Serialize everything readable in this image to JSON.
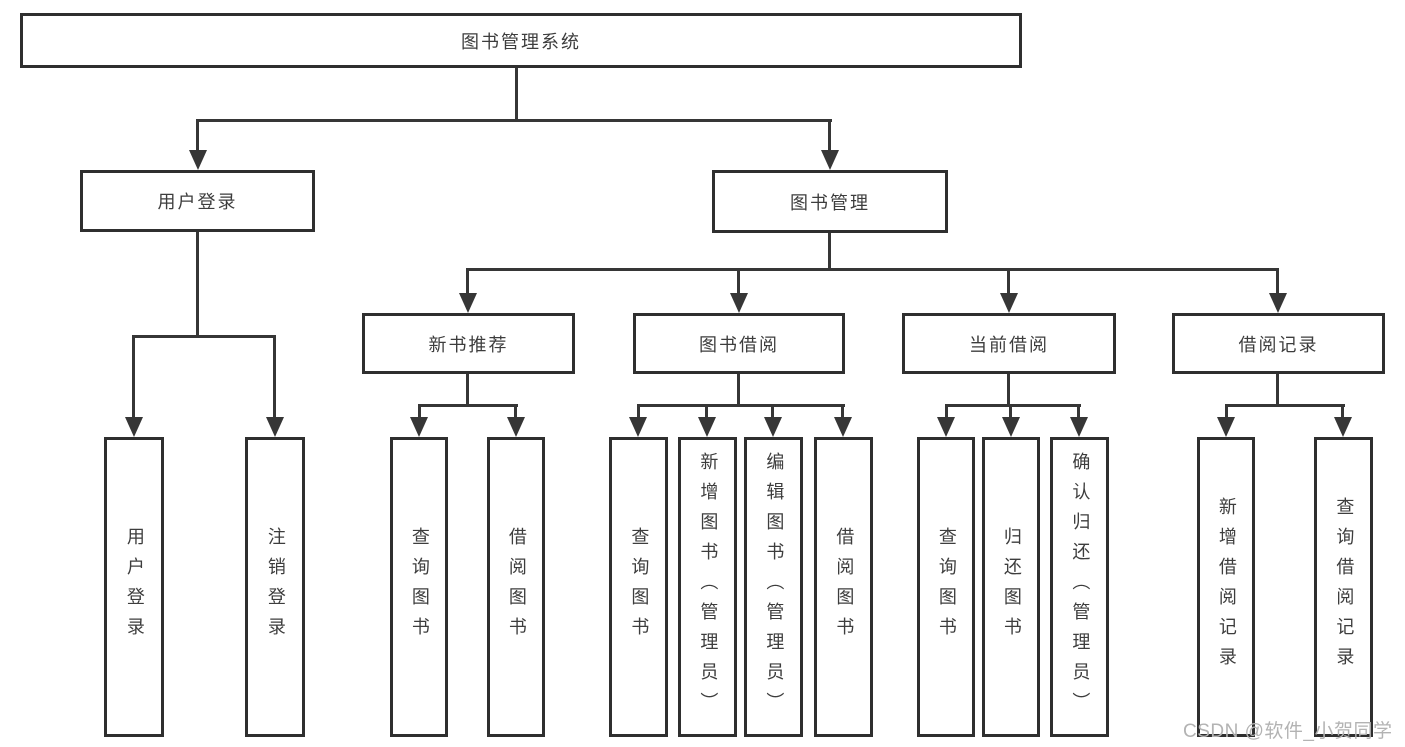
{
  "tree": {
    "label": "图书管理系统",
    "children": [
      {
        "label": "用户登录",
        "children": [
          {
            "label": "用户登录"
          },
          {
            "label": "注销登录"
          }
        ]
      },
      {
        "label": "图书管理",
        "children": [
          {
            "label": "新书推荐",
            "children": [
              {
                "label": "查询图书"
              },
              {
                "label": "借阅图书"
              }
            ]
          },
          {
            "label": "图书借阅",
            "children": [
              {
                "label": "查询图书"
              },
              {
                "label": "新增图书（管理员）"
              },
              {
                "label": "编辑图书（管理员）"
              },
              {
                "label": "借阅图书"
              }
            ]
          },
          {
            "label": "当前借阅",
            "children": [
              {
                "label": "查询图书"
              },
              {
                "label": "归还图书"
              },
              {
                "label": "确认归还（管理员）"
              }
            ]
          },
          {
            "label": "借阅记录",
            "children": [
              {
                "label": "新增借阅记录"
              },
              {
                "label": "查询借阅记录"
              }
            ]
          }
        ]
      }
    ]
  },
  "watermark": "CSDN @软件_小贺同学",
  "colors": {
    "line": "#363636",
    "box_border": "#2f2f2f",
    "text": "#3d3d3d",
    "watermark": "#b3b3b3",
    "background": "#ffffff"
  }
}
